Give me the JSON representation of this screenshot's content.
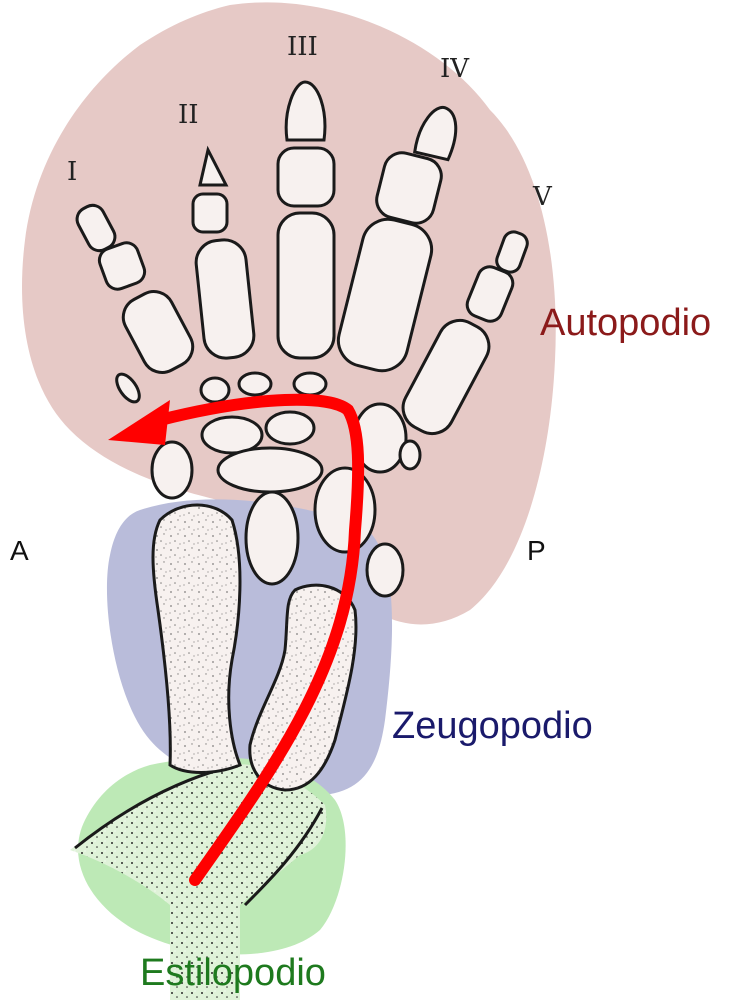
{
  "digits": [
    {
      "label": "I"
    },
    {
      "label": "II"
    },
    {
      "label": "III"
    },
    {
      "label": "IV"
    },
    {
      "label": "V"
    }
  ],
  "regions": {
    "autopodio": {
      "label": "Autopodio",
      "color": "#8b1a1a",
      "fill": "#e6c9c6"
    },
    "zeugopodio": {
      "label": "Zeugopodio",
      "color": "#1a1a6b",
      "fill": "#b9bcda"
    },
    "estilopodio": {
      "label": "Estilopodio",
      "color": "#1e7a1e",
      "fill": "#bde9b6"
    }
  },
  "axis": {
    "anterior": "A",
    "posterior": "P"
  },
  "arrow": {
    "color": "#ff0000"
  }
}
